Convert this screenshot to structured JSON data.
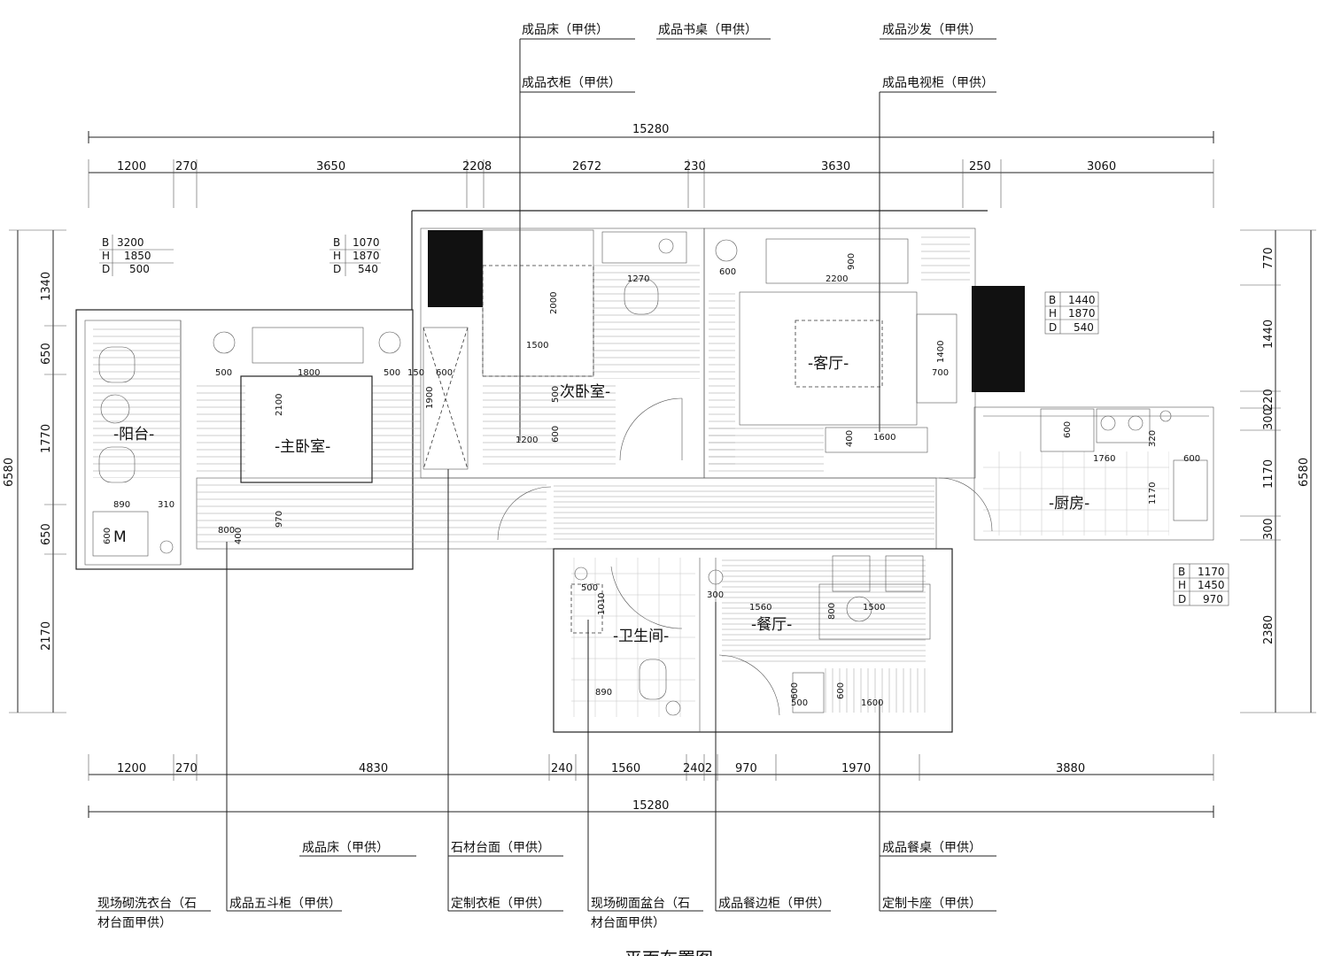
{
  "callouts_top": [
    {
      "text": "成品床（甲供）"
    },
    {
      "text": "成品书桌（甲供）"
    },
    {
      "text": "成品沙发（甲供）"
    },
    {
      "text": "成品衣柜（甲供）"
    },
    {
      "text": "成品电视柜（甲供）"
    }
  ],
  "callouts_bottom": [
    {
      "text": "成品床（甲供）"
    },
    {
      "text": "石材台面（甲供）"
    },
    {
      "text": "成品餐桌（甲供）"
    },
    {
      "text": "现场砌洗衣台（石"
    },
    {
      "text": "材台面甲供）"
    },
    {
      "text": "成品五斗柜（甲供）"
    },
    {
      "text": "定制衣柜（甲供）"
    },
    {
      "text": "现场砌面盆台（石"
    },
    {
      "text": "材台面甲供）"
    },
    {
      "text": "成品餐边柜（甲供）"
    },
    {
      "text": "定制卡座（甲供）"
    }
  ],
  "dims_top_total": "15280",
  "dims_top": [
    "1200",
    "270",
    "3650",
    "2208",
    "2672",
    "230",
    "3630",
    "250",
    "3060"
  ],
  "dims_bottom_total": "15280",
  "dims_bottom": [
    "1200",
    "270",
    "4830",
    "240",
    "1560",
    "2402",
    "970",
    "1970",
    "3880"
  ],
  "dims_left": [
    "1340",
    "650",
    "1770",
    "650",
    "2170"
  ],
  "dims_left_total": "6580",
  "dims_right": [
    "770",
    "1440",
    "220",
    "300",
    "1170",
    "300",
    "2380"
  ],
  "dims_right_total": "6580",
  "rooms": [
    {
      "text": "-阳台-"
    },
    {
      "text": "-主卧室-"
    },
    {
      "text": "次卧室-"
    },
    {
      "text": "-客厅-"
    },
    {
      "text": "-厨房-"
    },
    {
      "text": "-卫生间-"
    },
    {
      "text": "-餐厅-"
    }
  ],
  "tables": [
    {
      "rows": [
        [
          "B",
          "3200"
        ],
        [
          "H",
          "1850"
        ],
        [
          "D",
          "500"
        ]
      ]
    },
    {
      "rows": [
        [
          "B",
          "1070"
        ],
        [
          "H",
          "1870"
        ],
        [
          "D",
          "540"
        ]
      ]
    },
    {
      "rows": [
        [
          "B",
          "1440"
        ],
        [
          "H",
          "1870"
        ],
        [
          "D",
          "540"
        ]
      ]
    },
    {
      "rows": [
        [
          "B",
          "1170"
        ],
        [
          "H",
          "1450"
        ],
        [
          "D",
          "970"
        ]
      ]
    }
  ],
  "furniture_dims": [
    "1270",
    "600",
    "900",
    "2200",
    "2000",
    "1500",
    "500",
    "1800",
    "500",
    "150",
    "600",
    "2100",
    "1900",
    "500",
    "1200",
    "600",
    "1400",
    "700",
    "400",
    "1600",
    "600",
    "1760",
    "320",
    "600",
    "1170",
    "890",
    "310",
    "600",
    "800",
    "400",
    "970",
    "500",
    "1010",
    "1560",
    "800",
    "1500",
    "300",
    "890",
    "600",
    "600",
    "1600",
    "500"
  ],
  "title_text": "平面布置图"
}
